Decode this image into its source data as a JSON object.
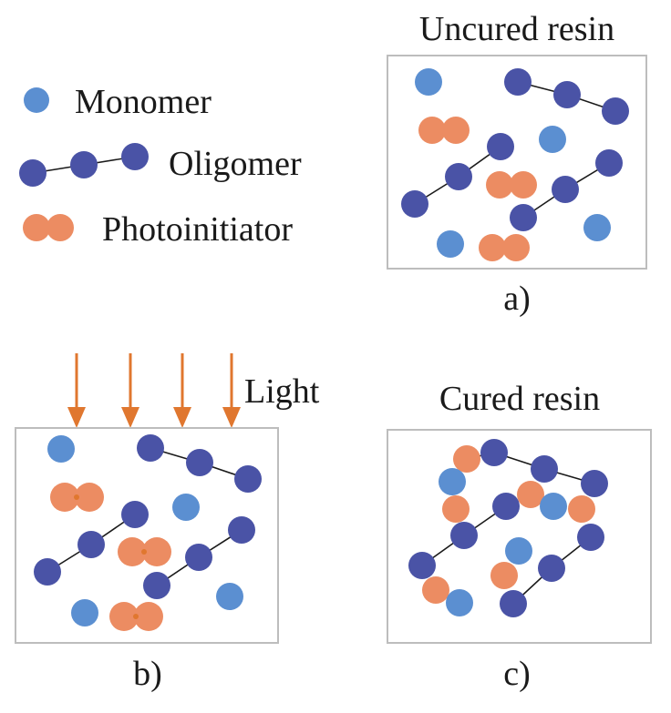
{
  "legend": {
    "monomer": "Monomer",
    "oligomer": "Oligomer",
    "photoinitiator": "Photoinitiator"
  },
  "panels": {
    "a": {
      "title": "Uncured resin",
      "caption": "a)"
    },
    "b": {
      "title": "Light",
      "caption": "b)"
    },
    "c": {
      "title": "Cured resin",
      "caption": "c)"
    }
  },
  "colors": {
    "monomer": "#5B8FD1",
    "oligomer": "#4A53A6",
    "photoinitiator": "#EC8C62",
    "light_arrow": "#E0772F",
    "bond": "#1a1a1a",
    "frame": "#bdbdbd"
  }
}
